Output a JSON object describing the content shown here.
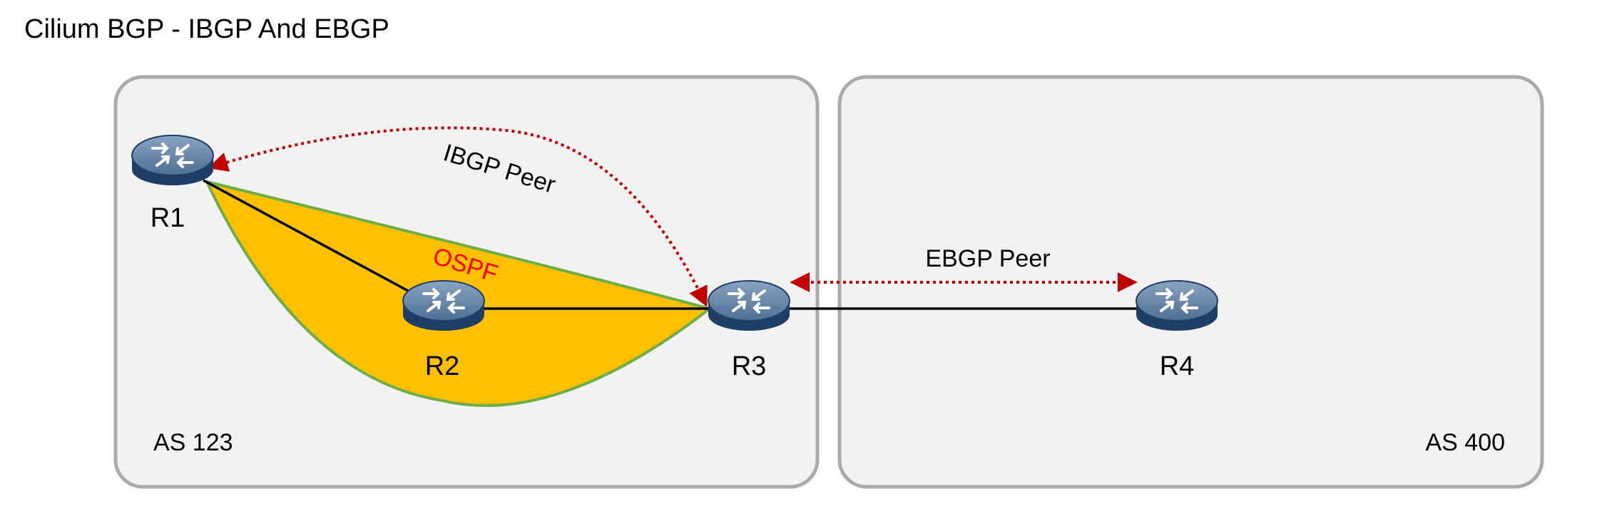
{
  "title": "Cilium BGP - IBGP And EBGP",
  "as_boxes": [
    {
      "id": "as123",
      "label": "AS 123"
    },
    {
      "id": "as400",
      "label": "AS 400"
    }
  ],
  "routers": [
    {
      "id": "R1",
      "label": "R1"
    },
    {
      "id": "R2",
      "label": "R2"
    },
    {
      "id": "R3",
      "label": "R3"
    },
    {
      "id": "R4",
      "label": "R4"
    }
  ],
  "links": {
    "ibgp_label": "IBGP Peer",
    "ebgp_label": "EBGP Peer",
    "ospf_label": "OSPF"
  },
  "colors": {
    "as_box_fill": "#f2f2f2",
    "as_box_stroke": "#aaaaaa",
    "ospf_fill": "#ffc000",
    "ospf_stroke": "#70ad47",
    "ospf_text": "#ff0000",
    "peer_arrow": "#c00000",
    "router_top": "#6a86a8",
    "router_body": "#1f3e66"
  }
}
